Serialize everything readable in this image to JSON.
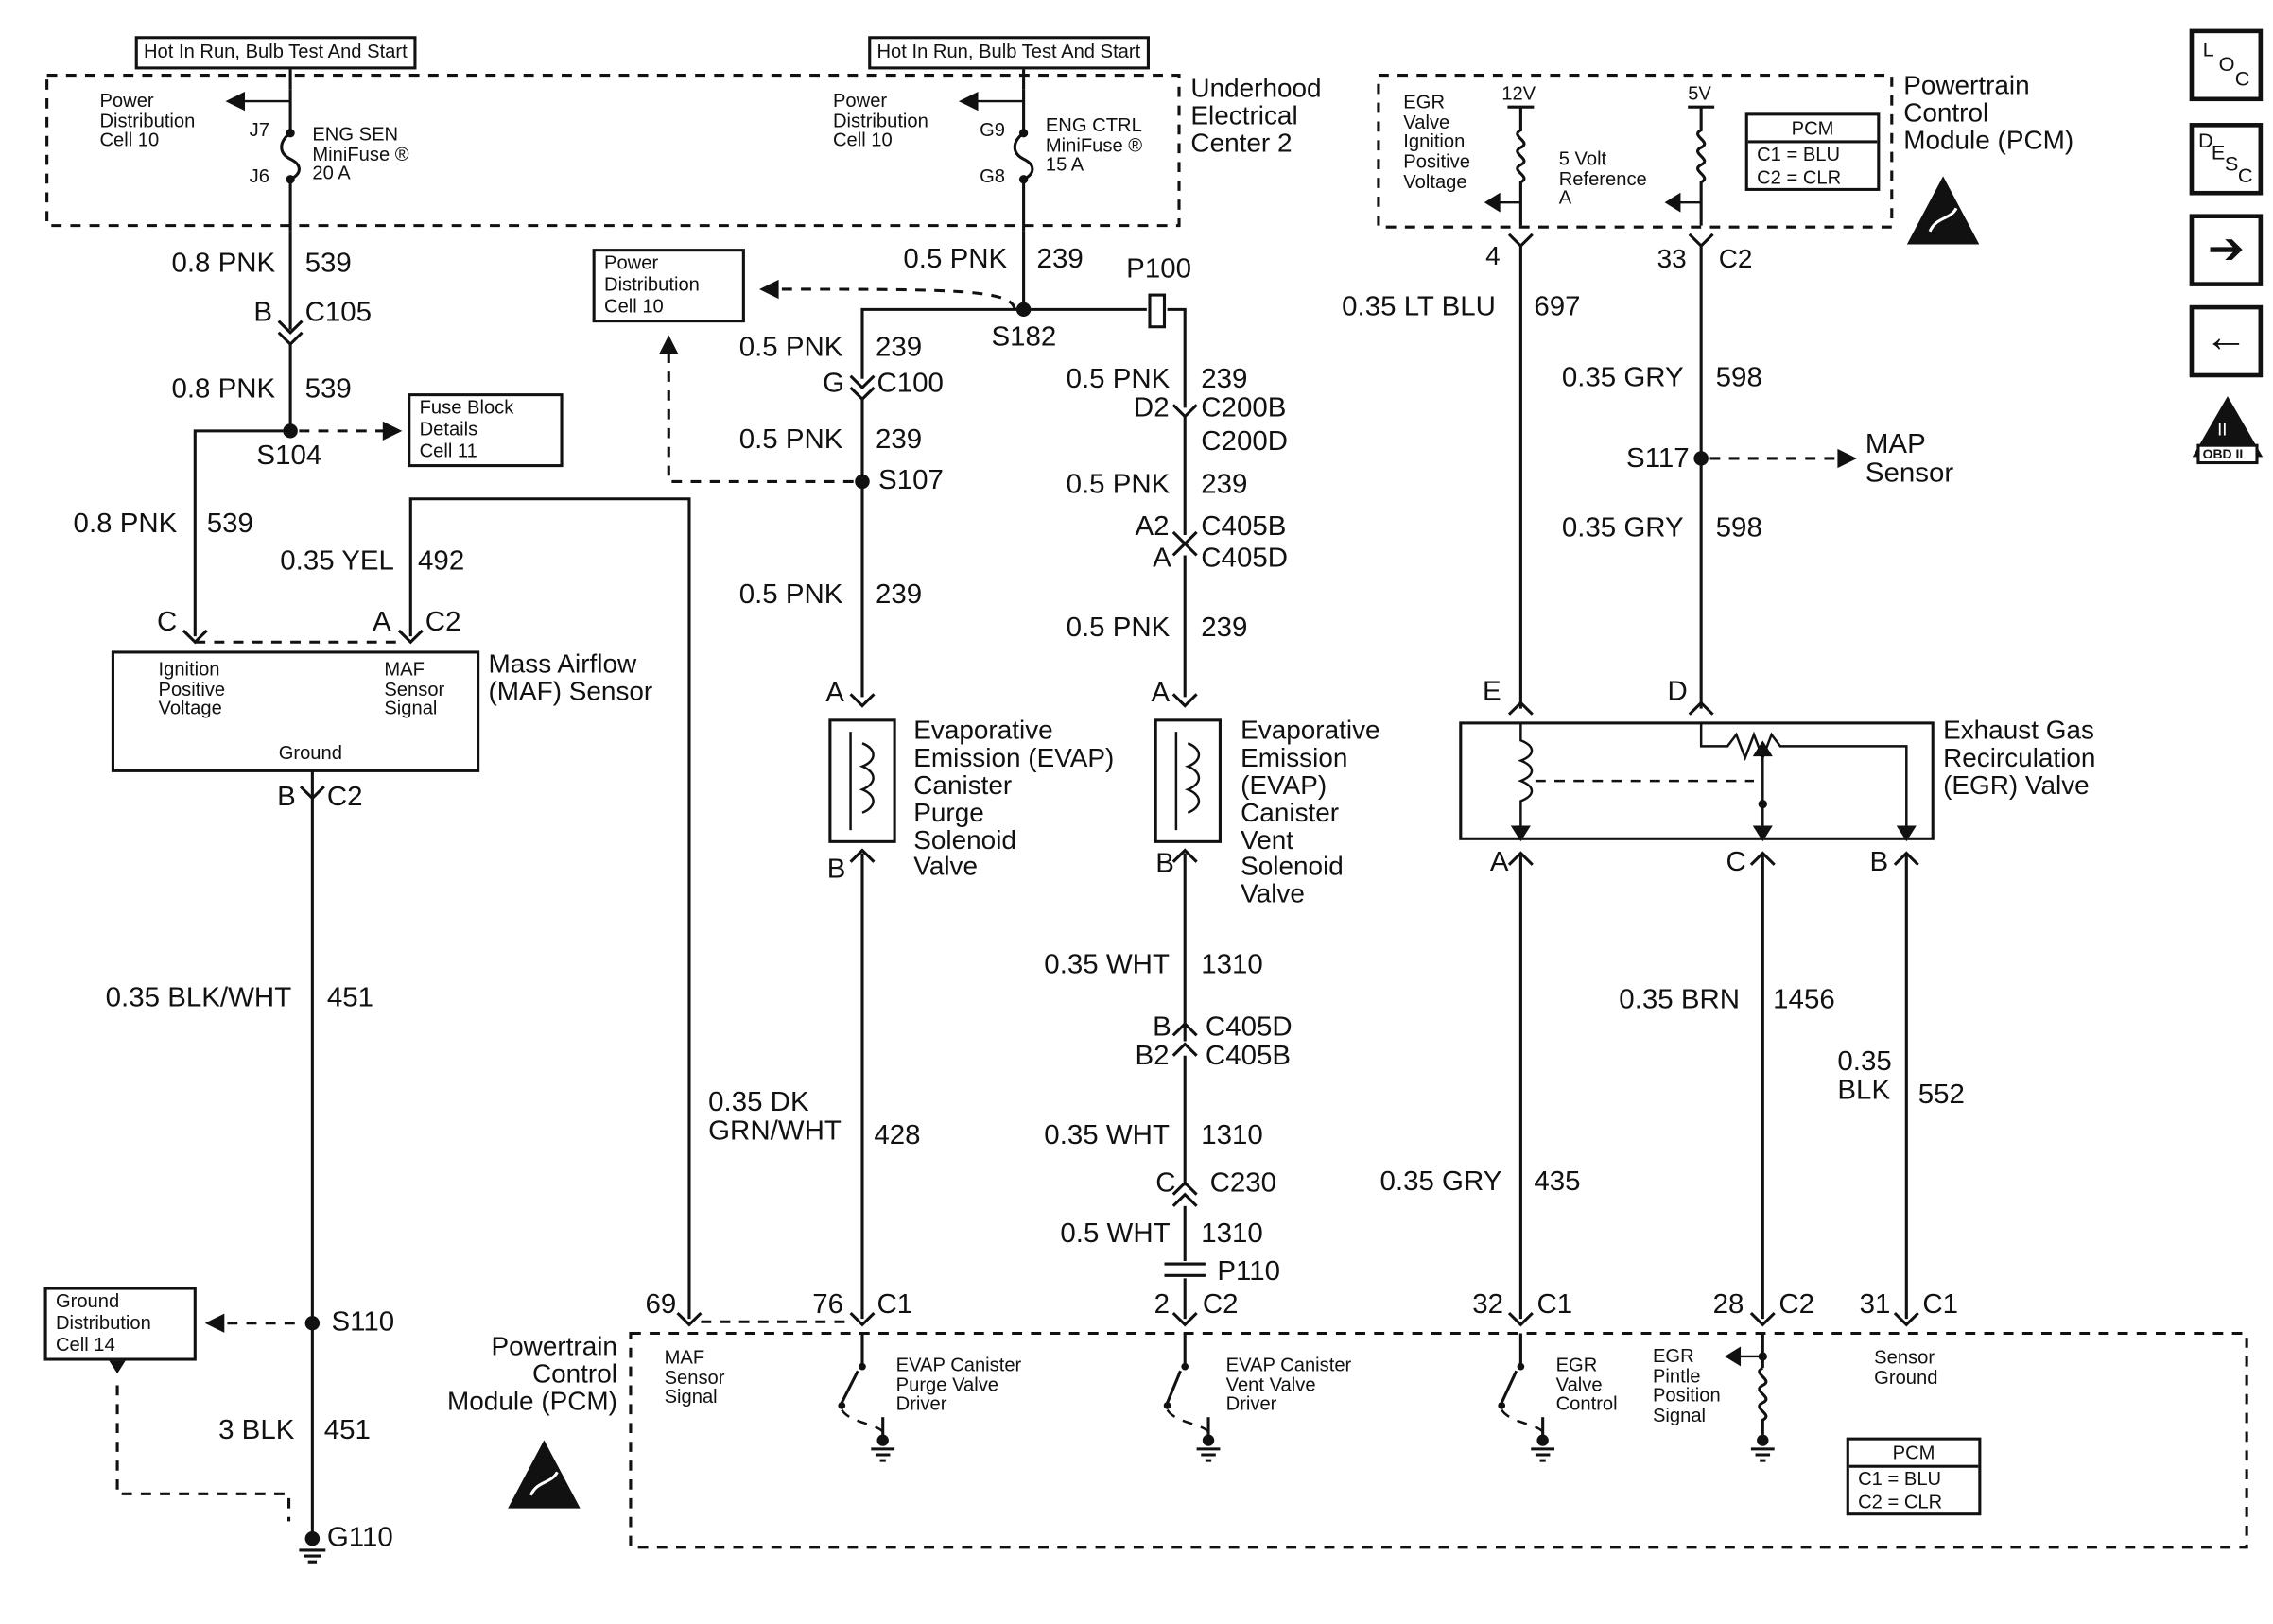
{
  "header_tags": {
    "left": "Hot In Run, Bulb Test And Start",
    "right": "Hot In Run, Bulb Test And Start"
  },
  "underhood": {
    "title_lines": [
      "Underhood",
      "Electrical",
      "Center 2"
    ],
    "left_fuse": {
      "dest_lines": [
        "Power",
        "Distribution",
        "Cell 10"
      ],
      "pin_top": "J7",
      "pin_bottom": "J6",
      "name_lines": [
        "ENG SEN",
        "MiniFuse ®",
        "20 A"
      ]
    },
    "right_fuse": {
      "dest_lines": [
        "Power",
        "Distribution",
        "Cell 10"
      ],
      "pin_top": "G9",
      "pin_bottom": "G8",
      "name_lines": [
        "ENG CTRL",
        "MiniFuse ®",
        "15 A"
      ]
    }
  },
  "pcm_top": {
    "title_lines": [
      "Powertrain",
      "Control",
      "Module (PCM)"
    ],
    "egr_supply_lines": [
      "EGR",
      "Valve",
      "Ignition",
      "Positive",
      "Voltage"
    ],
    "ref_lines": [
      "5 Volt",
      "Reference",
      "A"
    ],
    "v12": "12V",
    "v5": "5V",
    "table": {
      "header": "PCM",
      "rows": [
        "C1 = BLU",
        "C2 = CLR"
      ]
    },
    "pin_e4": "4",
    "pin_d33": "33",
    "conn": "C2"
  },
  "nav_icons": {
    "loc": [
      "L",
      "O",
      "C"
    ],
    "desc": [
      "D",
      "E",
      "S",
      "C"
    ],
    "next": "➔",
    "prev": "←",
    "obd": [
      "II",
      "OBD II"
    ]
  },
  "wires": {
    "w539a": {
      "gauge": "0.8 PNK",
      "circuit": "539"
    },
    "c105": {
      "pin": "B",
      "conn": "C105"
    },
    "w539b": {
      "gauge": "0.8 PNK",
      "circuit": "539"
    },
    "s104": "S104",
    "w539c": {
      "gauge": "0.8 PNK",
      "circuit": "539"
    },
    "w492": {
      "gauge": "0.35 YEL",
      "circuit": "492"
    },
    "w451a": {
      "gauge": "0.35 BLK/WHT",
      "circuit": "451"
    },
    "s110": "S110",
    "w451b": {
      "gauge": "3 BLK",
      "circuit": "451"
    },
    "g110": "G110",
    "w239top": {
      "gauge": "0.5 PNK",
      "circuit": "239"
    },
    "s182": "S182",
    "p100": "P100",
    "w239l1": {
      "gauge": "0.5 PNK",
      "circuit": "239"
    },
    "c100": {
      "pin": "G",
      "conn": "C100"
    },
    "w239l2": {
      "gauge": "0.5 PNK",
      "circuit": "239"
    },
    "s107": "S107",
    "w239l3": {
      "gauge": "0.5 PNK",
      "circuit": "239"
    },
    "w239r1": {
      "gauge": "0.5 PNK",
      "circuit": "239"
    },
    "c200": {
      "pin": "D2",
      "conn_a": "C200B",
      "conn_b": "C200D"
    },
    "w239r2": {
      "gauge": "0.5 PNK",
      "circuit": "239"
    },
    "c405top": {
      "pin_a": "A2",
      "pin_b": "A",
      "conn_a": "C405B",
      "conn_b": "C405D"
    },
    "w239r3": {
      "gauge": "0.5 PNK",
      "circuit": "239"
    },
    "w428": {
      "gauge_lines": [
        "0.35 DK",
        "GRN/WHT"
      ],
      "circuit": "428"
    },
    "w1310a": {
      "gauge": "0.35 WHT",
      "circuit": "1310"
    },
    "c405bot": {
      "pin_a": "B",
      "pin_b": "B2",
      "conn_a": "C405D",
      "conn_b": "C405B"
    },
    "w1310b": {
      "gauge": "0.35 WHT",
      "circuit": "1310"
    },
    "c230": {
      "pin": "C",
      "conn": "C230"
    },
    "w1310c": {
      "gauge": "0.5 WHT",
      "circuit": "1310"
    },
    "p110": "P110",
    "w697": {
      "gauge": "0.35 LT BLU",
      "circuit": "697"
    },
    "w598a": {
      "gauge": "0.35 GRY",
      "circuit": "598"
    },
    "s117": "S117",
    "w598b": {
      "gauge": "0.35 GRY",
      "circuit": "598"
    },
    "w435": {
      "gauge": "0.35 GRY",
      "circuit": "435"
    },
    "w1456": {
      "gauge": "0.35 BRN",
      "circuit": "1456"
    },
    "w552": {
      "gauge_lines": [
        "0.35",
        "BLK"
      ],
      "circuit": "552"
    }
  },
  "refs": {
    "power_dist": [
      "Power",
      "Distribution",
      "Cell 10"
    ],
    "fuse_block": [
      "Fuse Block",
      "Details",
      "Cell 11"
    ],
    "ground_dist": [
      "Ground",
      "Distribution",
      "Cell 14"
    ],
    "map_sensor": [
      "MAP",
      "Sensor"
    ]
  },
  "maf": {
    "title_lines": [
      "Mass Airflow",
      "(MAF) Sensor"
    ],
    "pin_c": "C",
    "pin_a": "A",
    "conn_top": "C2",
    "ign_lines": [
      "Ignition",
      "Positive",
      "Voltage"
    ],
    "signal_lines": [
      "MAF",
      "Sensor",
      "Signal"
    ],
    "ground": "Ground",
    "pin_b": "B",
    "conn_bottom": "C2"
  },
  "evap_purge": {
    "pin_a": "A",
    "pin_b": "B",
    "title_lines": [
      "Evaporative",
      "Emission (EVAP)",
      "Canister",
      "Purge",
      "Solenoid",
      "Valve"
    ]
  },
  "evap_vent": {
    "pin_a": "A",
    "pin_b": "B",
    "title_lines": [
      "Evaporative",
      "Emission",
      "(EVAP)",
      "Canister",
      "Vent",
      "Solenoid",
      "Valve"
    ]
  },
  "egr": {
    "pin_e": "E",
    "pin_d": "D",
    "pin_a": "A",
    "pin_c": "C",
    "pin_b": "B",
    "title_lines": [
      "Exhaust Gas",
      "Recirculation",
      "(EGR) Valve"
    ]
  },
  "pcm_bottom": {
    "title_lines": [
      "Powertrain",
      "Control",
      "Module (PCM)"
    ],
    "pins": {
      "p69": "69",
      "p76": "76",
      "c1a": "C1",
      "p2": "2",
      "c2a": "C2",
      "p32": "32",
      "c1b": "C1",
      "p28": "28",
      "c2b": "C2",
      "p31": "31",
      "c1c": "C1"
    },
    "maf_signal_lines": [
      "MAF",
      "Sensor",
      "Signal"
    ],
    "purge_driver_lines": [
      "EVAP Canister",
      "Purge Valve",
      "Driver"
    ],
    "vent_driver_lines": [
      "EVAP Canister",
      "Vent Valve",
      "Driver"
    ],
    "egr_control_lines": [
      "EGR",
      "Valve",
      "Control"
    ],
    "egr_pintle_lines": [
      "EGR",
      "Pintle",
      "Position",
      "Signal"
    ],
    "sensor_ground_lines": [
      "Sensor",
      "Ground"
    ],
    "table": {
      "header": "PCM",
      "rows": [
        "C1 = BLU",
        "C2 = CLR"
      ]
    }
  }
}
